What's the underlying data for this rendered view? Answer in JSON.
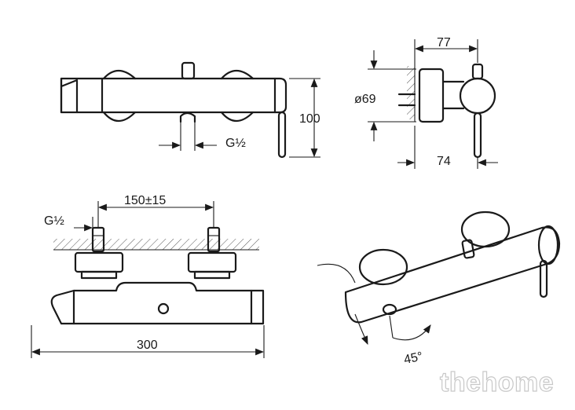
{
  "dimensions": {
    "height": "100",
    "thread_top": "G½",
    "depth": "77",
    "diameter": "ø69",
    "lever_offset": "74",
    "spacing": "150±15",
    "thread_front": "G½",
    "width": "300",
    "rotation": "45°"
  },
  "watermark": "thehome",
  "colors": {
    "line": "#1a1a1a",
    "background": "#ffffff"
  }
}
